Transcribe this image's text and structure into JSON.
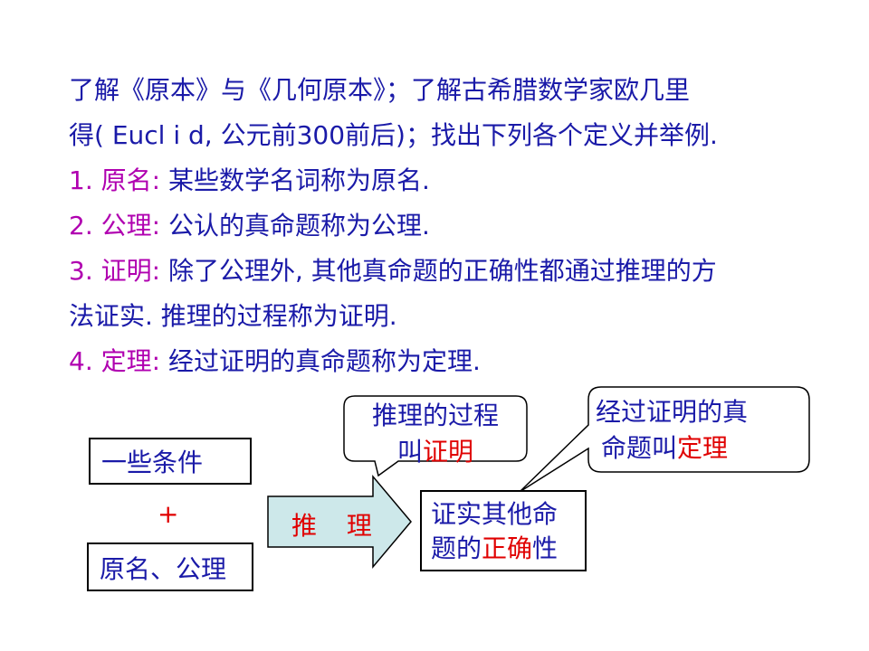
{
  "paragraph": {
    "line1": "了解《原本》与《几何原本》；了解古希腊数学家欧几里",
    "line2": "得( Eucl i d, 公元前300前后)；找出下列各个定义并举例.",
    "def1": {
      "num": "1.",
      "term": "原名:",
      "text": " 某些数学名词称为原名."
    },
    "def2": {
      "num": "2.",
      "term": "公理:",
      "text": " 公认的真命题称为公理."
    },
    "def3": {
      "num": "3.",
      "term": "证明:",
      "text": " 除了公理外, 其他真命题的正确性都通过推理的方",
      "cont": "法证实. 推理的过程称为证明."
    },
    "def4": {
      "num": "4.",
      "term": "定理:",
      "text": " 经过证明的真命题称为定理."
    }
  },
  "diagram": {
    "conditions": "一些条件",
    "plus": "+",
    "axioms": "原名、公理",
    "arrow_label": "推 理",
    "result": {
      "line1": "证实其他命",
      "line2_a": "题的",
      "line2_red": "正确",
      "line2_b": "性"
    },
    "callout_left": {
      "line1": "推理的过程",
      "line2_a": "叫",
      "line2_red": "证明"
    },
    "callout_right": {
      "line1": "经过证明的真",
      "line2_a": "命题叫",
      "line2_red": "定理"
    }
  },
  "colors": {
    "text": "#1a1aa8",
    "term": "#b000b0",
    "accent": "#e00000",
    "arrow_fill": "#cde8ea"
  }
}
